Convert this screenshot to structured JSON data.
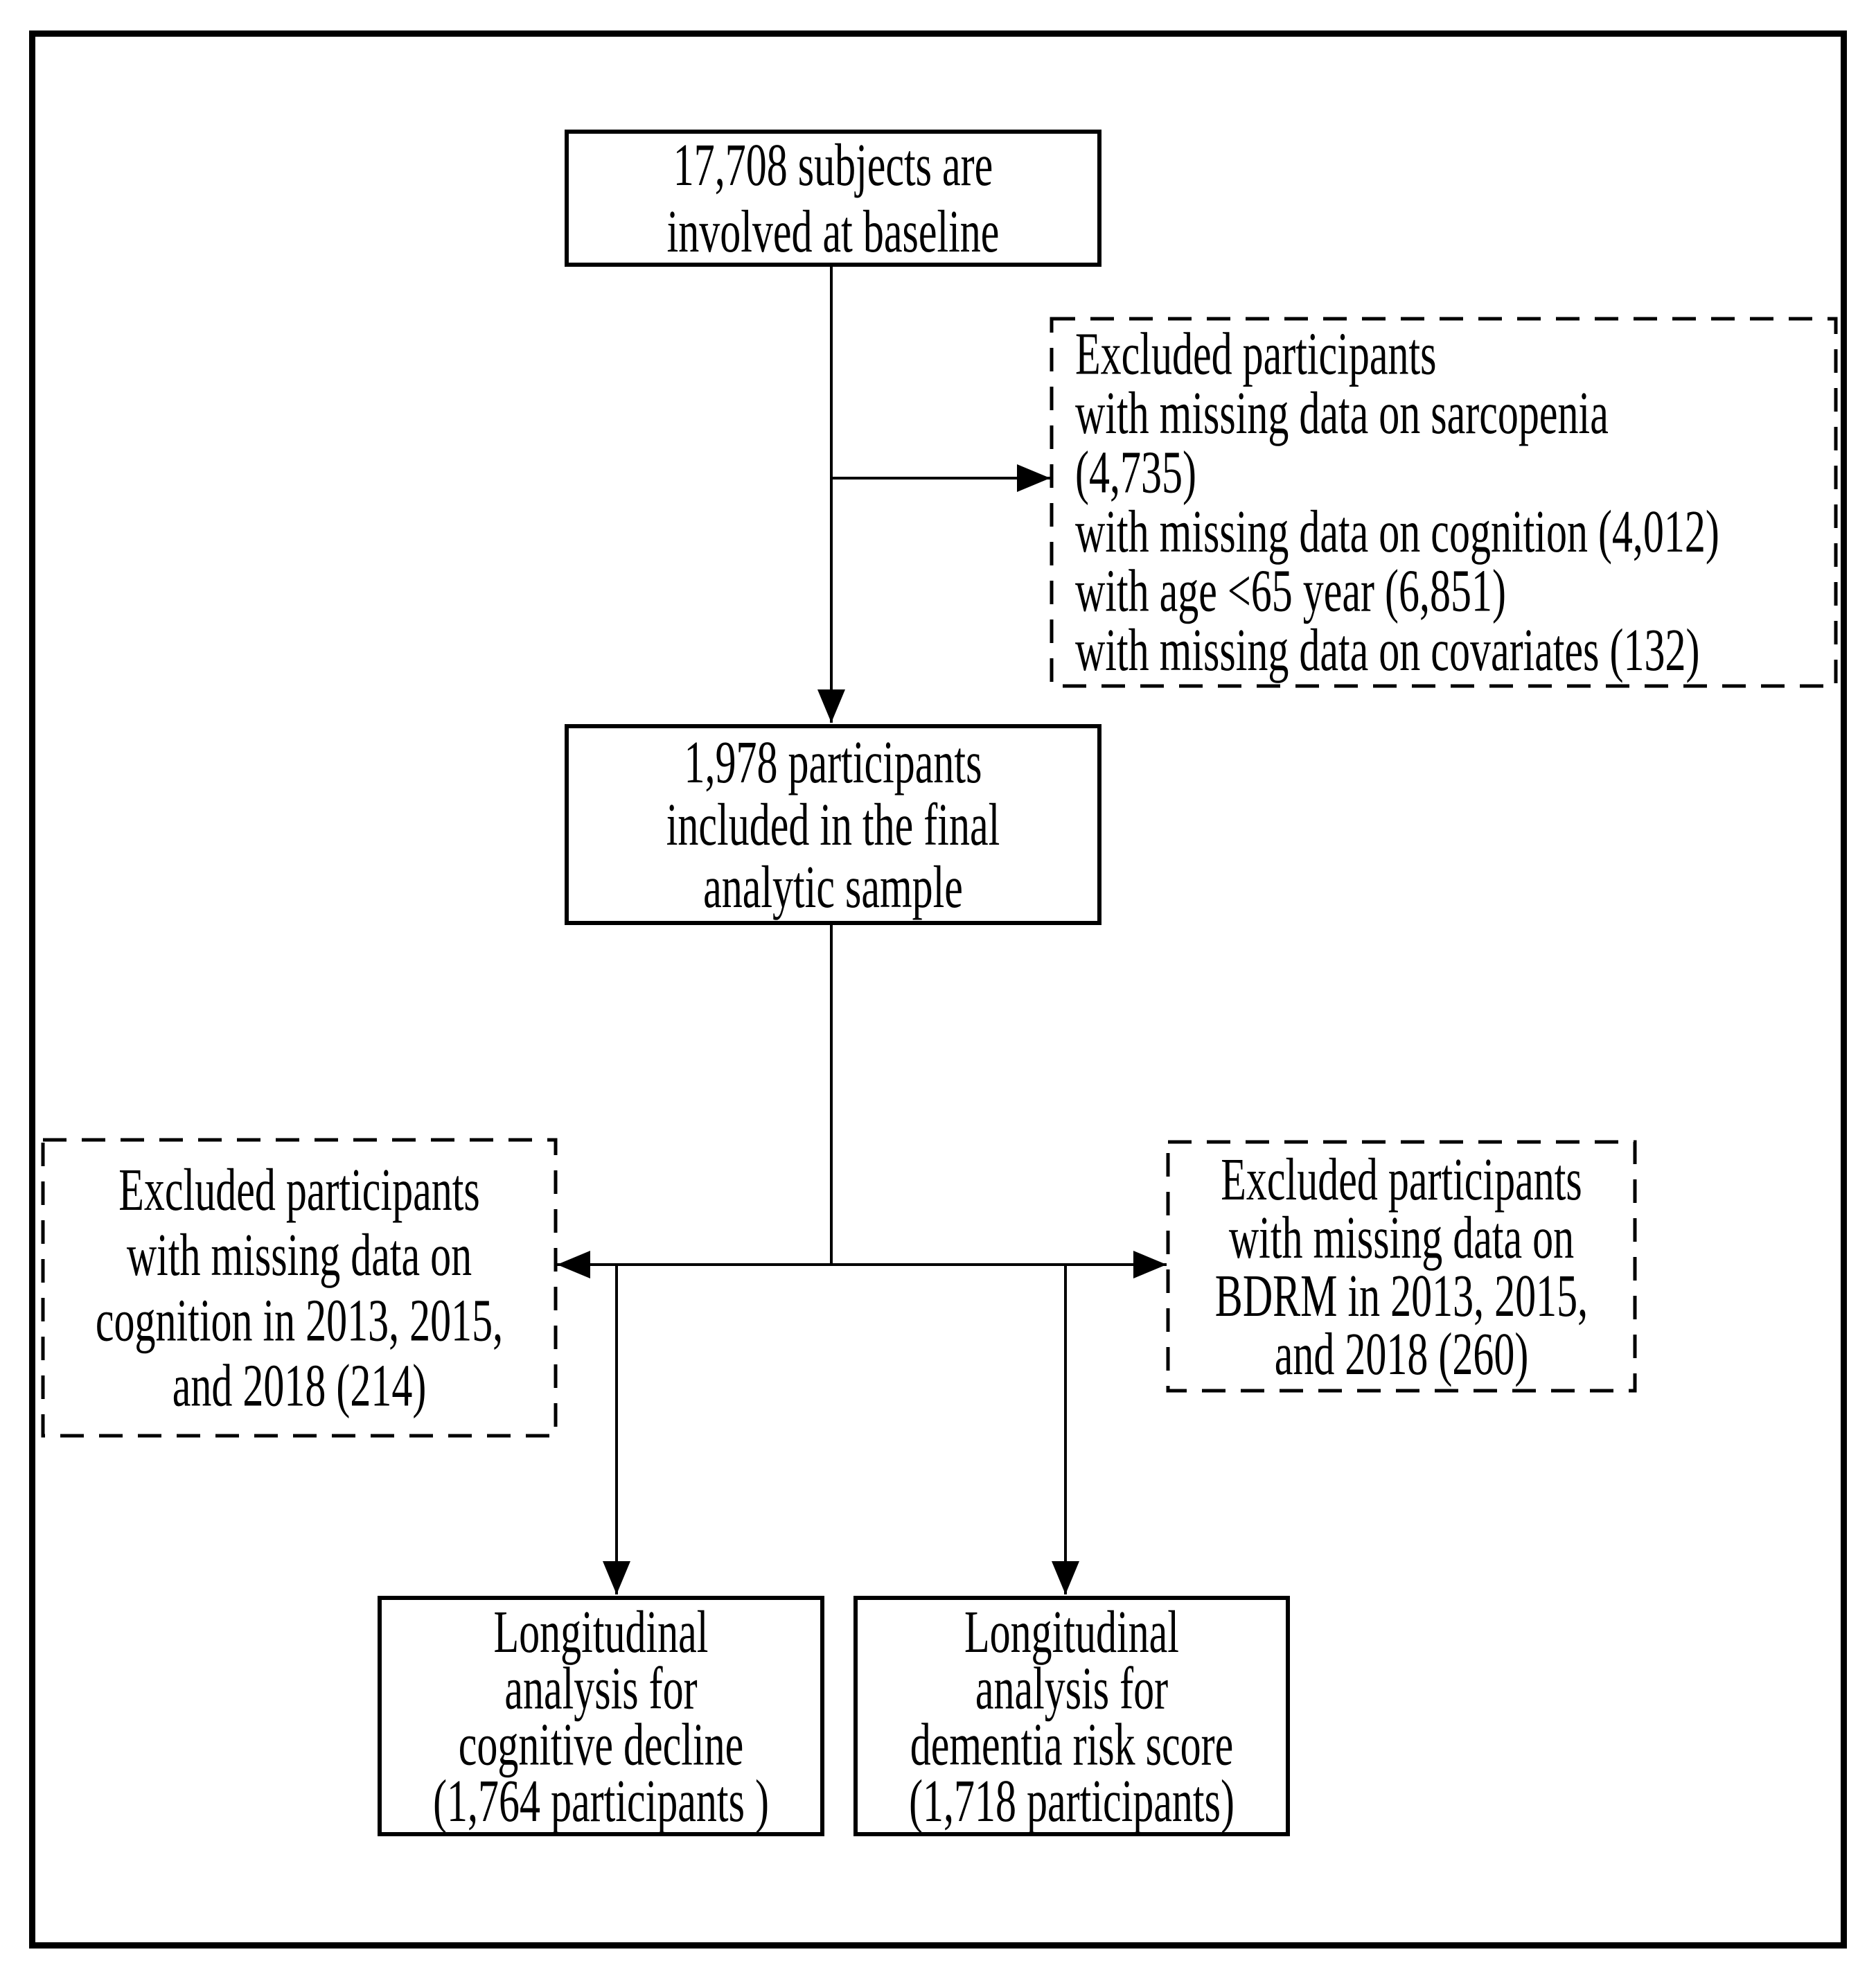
{
  "figure": {
    "colors": {
      "background": "#ffffff",
      "line": "#000000",
      "text": "#000000"
    }
  },
  "boxes": {
    "baseline": {
      "lines": [
        "17,708 subjects are",
        "involved at baseline"
      ]
    },
    "excluded_baseline": {
      "lines": [
        "Excluded participants",
        "with missing data on sarcopenia",
        "(4,735)",
        "with missing data on cognition (4,012)",
        "with age <65 year (6,851)",
        "with missing data on covariates (132)"
      ]
    },
    "analytic_sample": {
      "lines": [
        "1,978 participants",
        "included in the final",
        "analytic sample"
      ]
    },
    "excluded_cognition_followup": {
      "lines": [
        "Excluded participants",
        "with missing data on",
        "cognition in 2013, 2015,",
        "and 2018 (214)"
      ]
    },
    "excluded_bdrm_followup": {
      "lines": [
        "Excluded participants",
        "with missing data on",
        "BDRM in 2013, 2015,",
        "and 2018 (260)"
      ]
    },
    "longitudinal_cognitive": {
      "lines": [
        "Longitudinal",
        "analysis for",
        "cognitive decline",
        "(1,764 participants )"
      ]
    },
    "longitudinal_dementia": {
      "lines": [
        "Longitudinal",
        "analysis for",
        "dementia risk score",
        "(1,718 participants)"
      ]
    }
  }
}
